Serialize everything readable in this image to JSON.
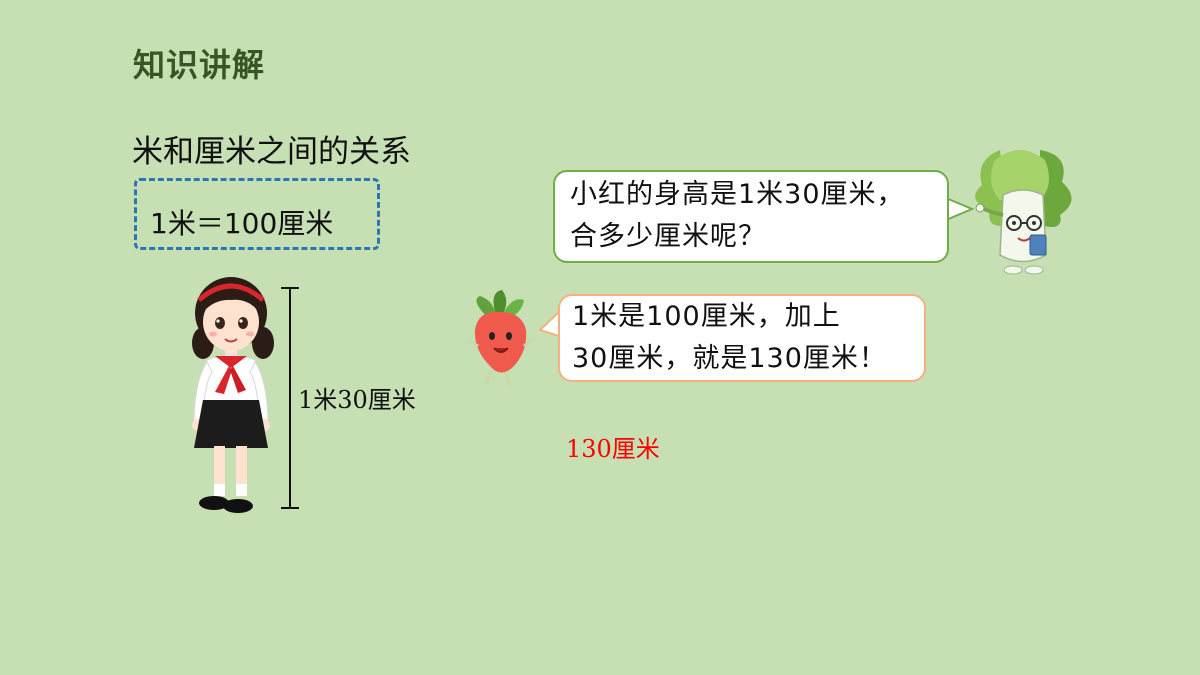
{
  "slide": {
    "title": "知识讲解",
    "subtitle": "米和厘米之间的关系",
    "formula": "1米＝100厘米",
    "height_label": "1米30厘米",
    "answer_label": "130厘米"
  },
  "dialogue": {
    "question_line1": "小红的身高是1米30厘米，",
    "question_line2": "合多少厘米呢？",
    "answer_line1": "1米是100厘米，加上",
    "answer_line2": "30厘米，就是130厘米！"
  },
  "colors": {
    "background": "#c6e0b4",
    "title": "#375623",
    "dashed_box": "#2e75b6",
    "question_bubble_border": "#70ad47",
    "answer_bubble_border": "#f4b183",
    "answer_text": "#ff0000"
  },
  "illustrations": {
    "girl": "girl-student-illustration",
    "cabbage": "cabbage-teacher-icon",
    "carrot": "radish-character-icon"
  }
}
